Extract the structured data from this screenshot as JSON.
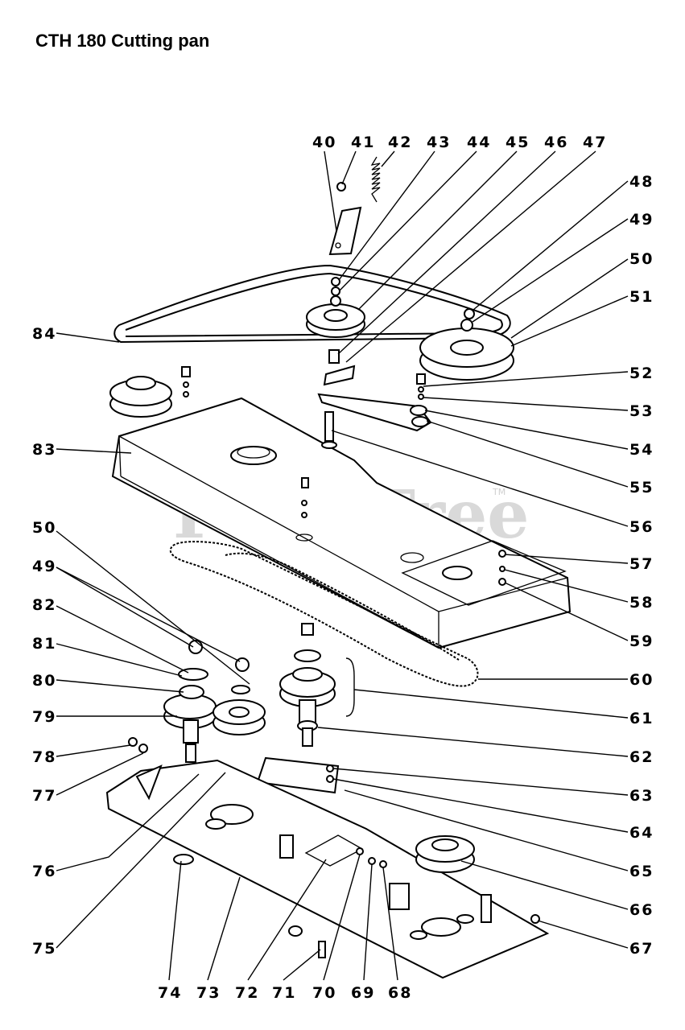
{
  "title": "CTH 180 Cutting pan",
  "watermark": "PartsTree",
  "trademark": "TM",
  "callouts_top": [
    "40",
    "41",
    "42",
    "43",
    "44",
    "45",
    "46",
    "47"
  ],
  "callouts_right": [
    "48",
    "49",
    "50",
    "51",
    "52",
    "53",
    "54",
    "55",
    "56",
    "57",
    "58",
    "59",
    "60",
    "61",
    "62",
    "63",
    "64",
    "65",
    "66",
    "67"
  ],
  "callouts_left": [
    "84",
    "83",
    "50",
    "49",
    "82",
    "81",
    "80",
    "79",
    "78",
    "77",
    "76",
    "75"
  ],
  "callouts_bottom": [
    "74",
    "73",
    "72",
    "71",
    "70",
    "69",
    "68"
  ]
}
